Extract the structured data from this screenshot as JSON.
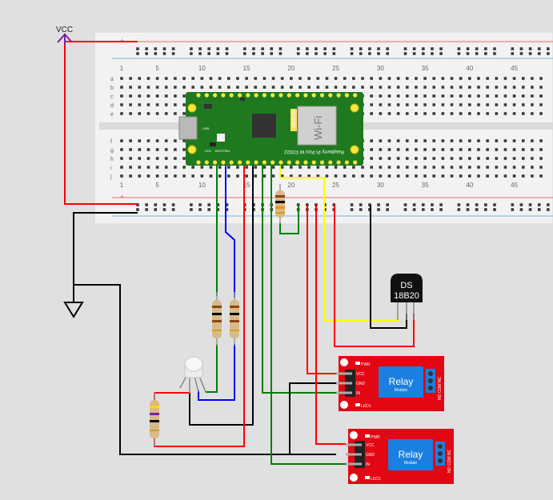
{
  "vcc_label": "VCC",
  "breadboard": {
    "col_numbers": [
      "1",
      "5",
      "10",
      "15",
      "20",
      "25",
      "30",
      "35",
      "40",
      "45"
    ],
    "row_letters_top": [
      "a",
      "b",
      "c",
      "d",
      "e"
    ],
    "row_letters_bottom": [
      "f",
      "g",
      "h",
      "i",
      "j"
    ],
    "rail_plus": "+",
    "rail_minus": "-"
  },
  "pico": {
    "wifi_label": "Wi-Fi",
    "debug_label": "DEBUG",
    "board_name": "Raspberry Pi Pico W ©2022",
    "usb_label": "USB",
    "led_label": "LED",
    "bootsel_label": "BOOTSEL"
  },
  "sensor": {
    "line1": "DS",
    "line2": "18B20"
  },
  "relays": [
    {
      "title": "Relay",
      "subtitle": "Module",
      "pwr": "PWR",
      "led": "LED1",
      "pins": [
        "VCC",
        "GND",
        "IN"
      ],
      "terminals": "NO COM NC"
    },
    {
      "title": "Relay",
      "subtitle": "Module",
      "pwr": "PWR",
      "led": "LED1",
      "pins": [
        "VCC",
        "GND",
        "IN"
      ],
      "terminals": "NO COM NC"
    }
  ],
  "colors": {
    "wire_red": "#ff0000",
    "wire_black": "#000000",
    "wire_green": "#008000",
    "wire_blue": "#0000ff",
    "wire_yellow": "#ffff00",
    "relay_board": "#e30613",
    "relay_box": "#1a7fe0",
    "pico_green": "#1f7a1f",
    "vcc_purple": "#7b1fa2"
  }
}
